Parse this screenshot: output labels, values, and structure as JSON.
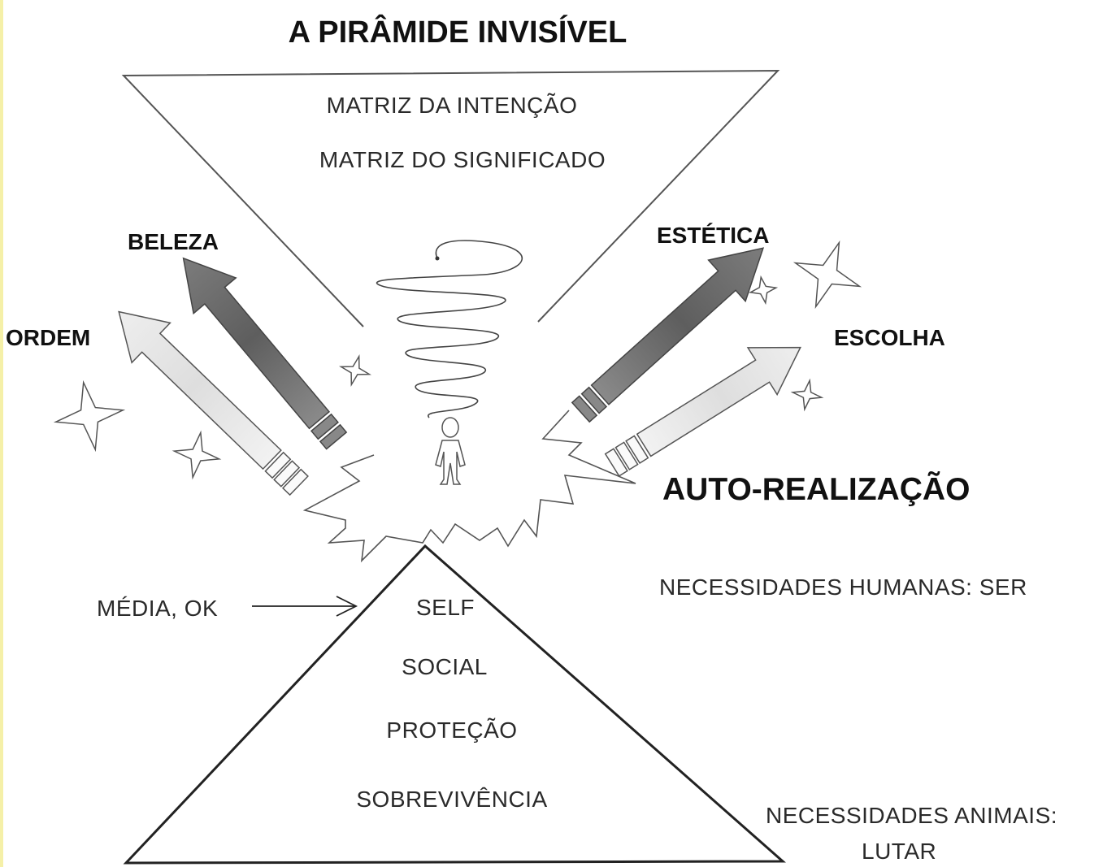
{
  "title": "A PIRÂMIDE INVISÍVEL",
  "top_triangle": {
    "line1": "MATRIZ DA INTENÇÃO",
    "line2": "MATRIZ DO SIGNIFICADO"
  },
  "arrows": {
    "beleza": "BELEZA",
    "ordem": "ORDEM",
    "estetica": "ESTÉTICA",
    "escolha": "ESCOLHA"
  },
  "self_actualization": "AUTO-REALIZAÇÃO",
  "human_needs": "NECESSIDADES HUMANAS: SER",
  "average_pointer": "MÉDIA, OK",
  "pyramid_levels": [
    "SELF",
    "SOCIAL",
    "PROTEÇÃO",
    "SOBREVIVÊNCIA"
  ],
  "animal_needs": {
    "line1": "NECESSIDADES ANIMAIS:",
    "line2": "LUTAR"
  },
  "colors": {
    "line": "#333333",
    "dark_arrow": "#6f6f6f",
    "light_arrow": "#e6e6e6"
  }
}
